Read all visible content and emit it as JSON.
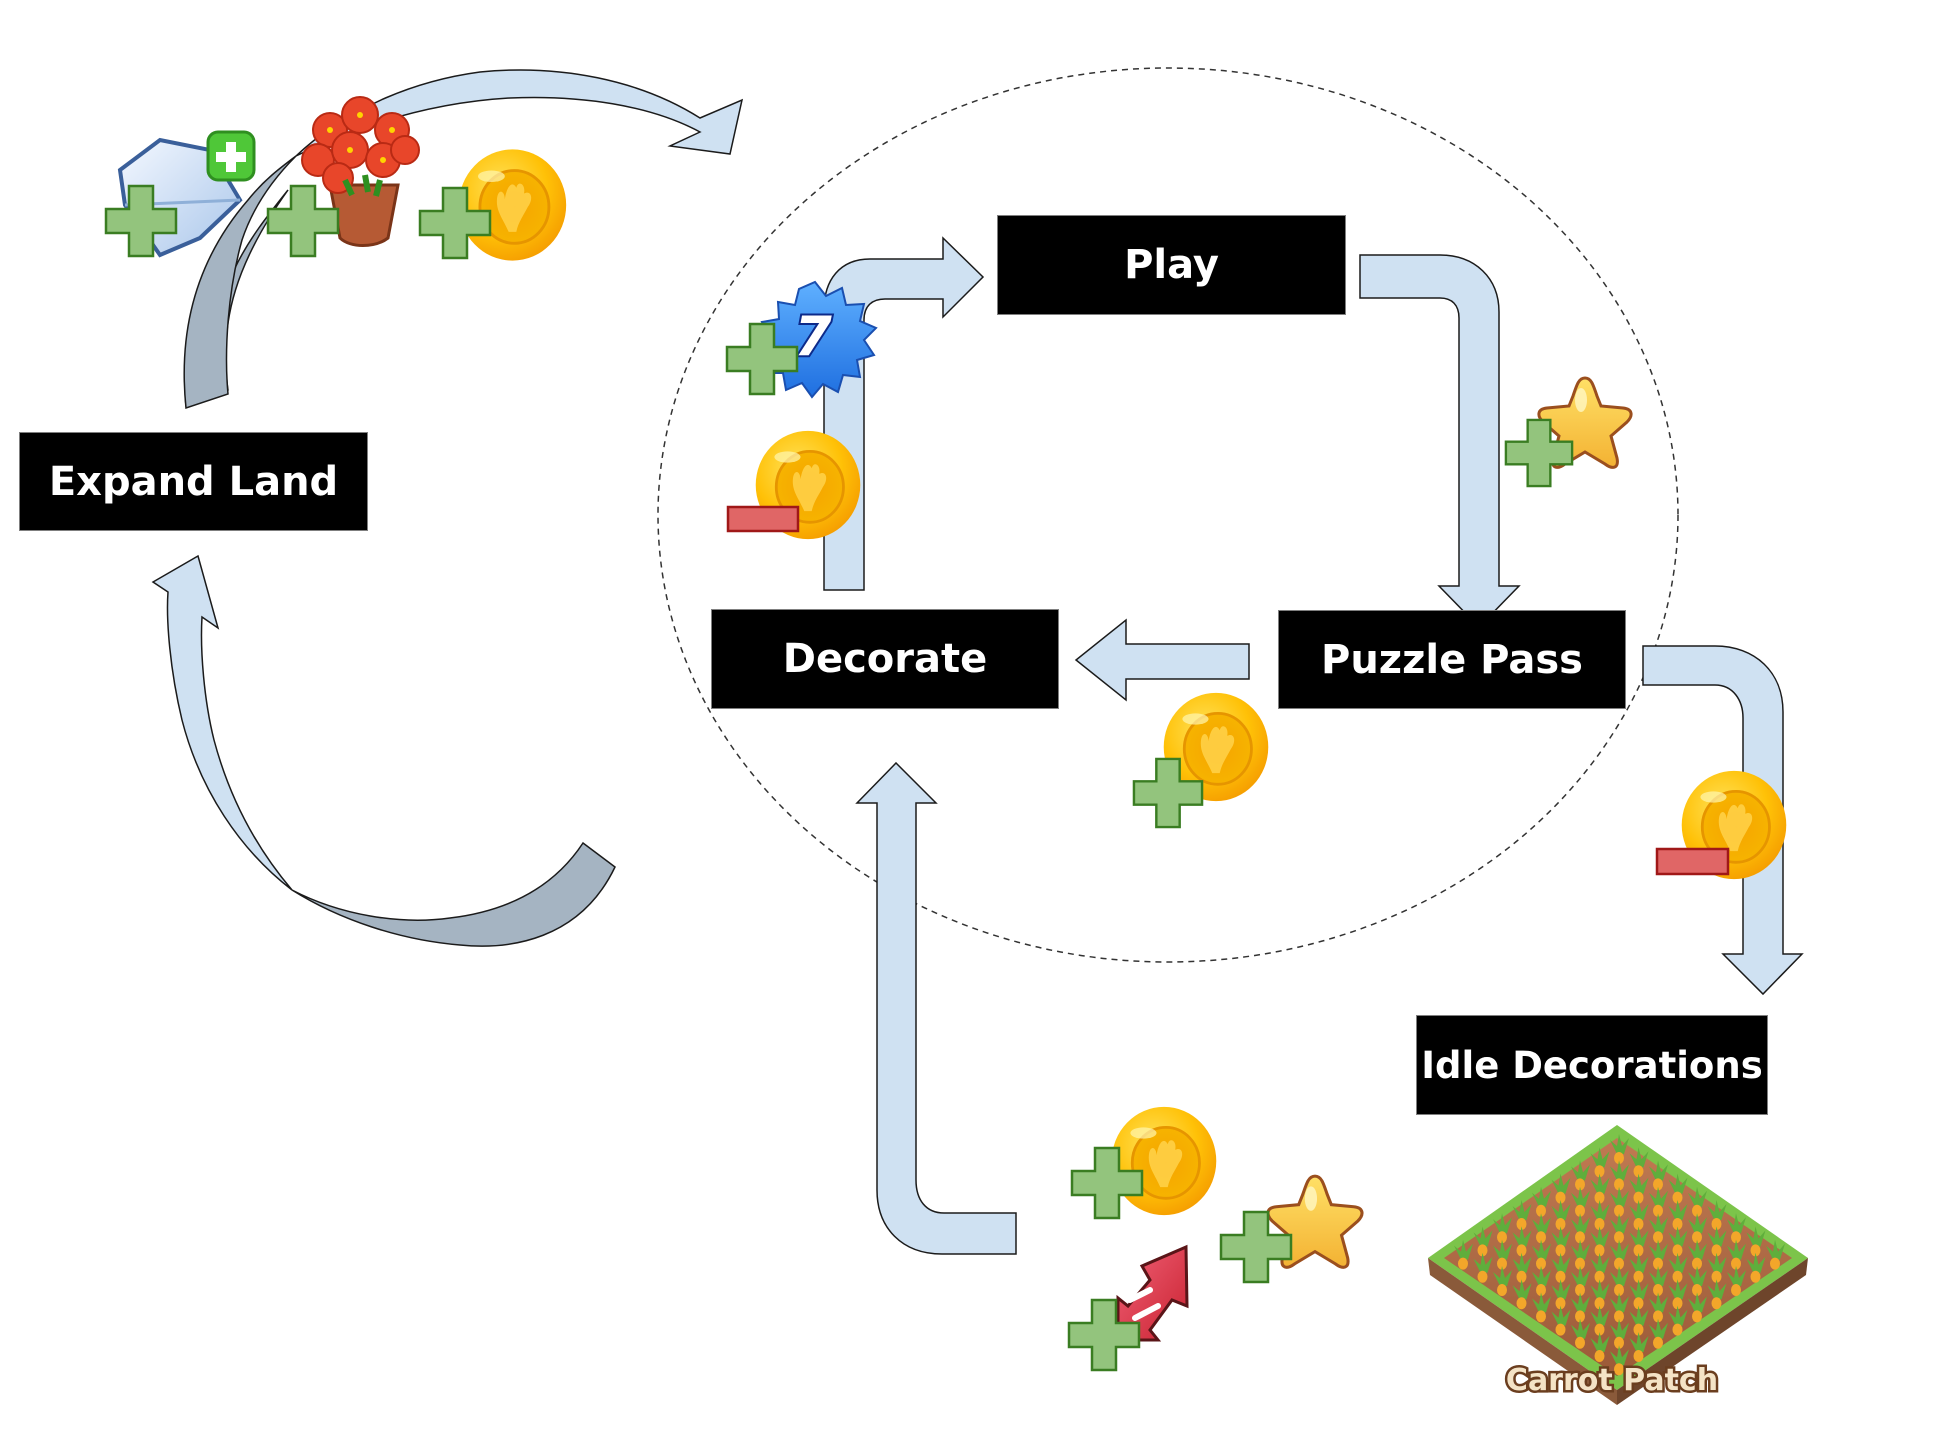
{
  "nodes": {
    "expand_land": "Expand Land",
    "play": "Play",
    "decorate": "Decorate",
    "puzzle_pass": "Puzzle Pass",
    "idle_decorations": "Idle Decorations"
  },
  "carrot_patch_label": "Carrot Patch",
  "level_badge_value": "7",
  "rewards": {
    "expand_land_to_core": [
      {
        "icon": "gem-pack-icon",
        "effect": "gain"
      },
      {
        "icon": "flower-pot-icon",
        "effect": "gain"
      },
      {
        "icon": "coin-icon",
        "effect": "gain"
      }
    ],
    "decorate_to_play": [
      {
        "icon": "level-badge-icon",
        "effect": "gain"
      },
      {
        "icon": "coin-icon",
        "effect": "spend"
      }
    ],
    "play_to_puzzle_pass": [
      {
        "icon": "star-icon",
        "effect": "gain"
      }
    ],
    "puzzle_pass_to_decorate": [
      {
        "icon": "coin-icon",
        "effect": "gain"
      }
    ],
    "puzzle_pass_to_idle": [
      {
        "icon": "coin-icon",
        "effect": "spend"
      }
    ],
    "idle_to_decorate": [
      {
        "icon": "coin-icon",
        "effect": "gain"
      },
      {
        "icon": "star-icon",
        "effect": "gain"
      },
      {
        "icon": "rocket-booster-icon",
        "effect": "gain"
      }
    ]
  },
  "colors": {
    "node_bg": "#000000",
    "node_text": "#ffffff",
    "arrow_light": "#cfe1f2",
    "arrow_dark": "#a5b4c2",
    "gain": "#93c47d",
    "spend": "#e06666",
    "coin": "#f7b500"
  }
}
